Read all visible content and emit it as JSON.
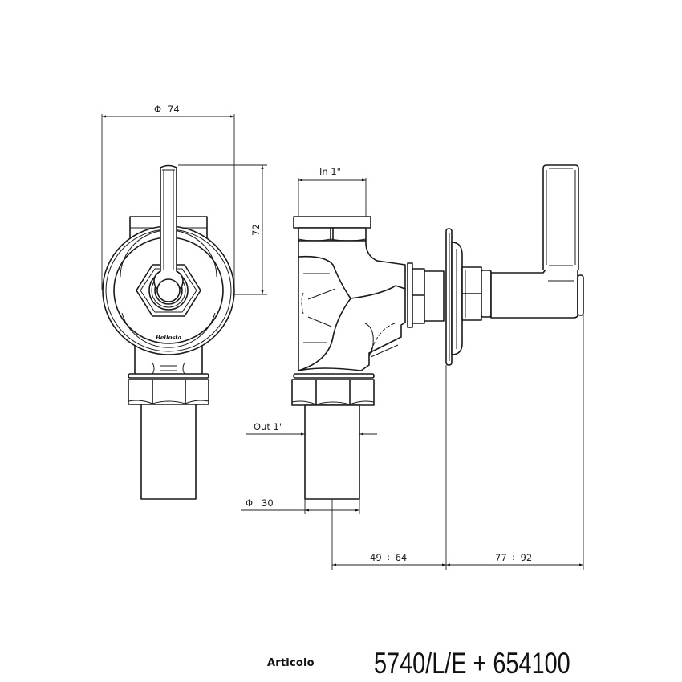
{
  "drawing": {
    "title": {
      "label": "Articolo",
      "code": "5740/L/E + 654100"
    },
    "dimensions": {
      "front_diameter": {
        "symbol": "Φ",
        "value": "74"
      },
      "front_height": {
        "value": "72"
      },
      "inlet": {
        "label": "In 1\""
      },
      "outlet": {
        "label": "Out 1\""
      },
      "pipe_diameter": {
        "symbol": "Φ",
        "value": "30"
      },
      "wall_depth": {
        "value": "49 ÷ 64"
      },
      "handle_projection": {
        "value": "77 ÷ 92"
      }
    },
    "views": [
      "front-view",
      "side-view"
    ],
    "brand_mark": "Bellosta",
    "colors": {
      "line": "#1a1a1a",
      "background": "#ffffff"
    }
  }
}
